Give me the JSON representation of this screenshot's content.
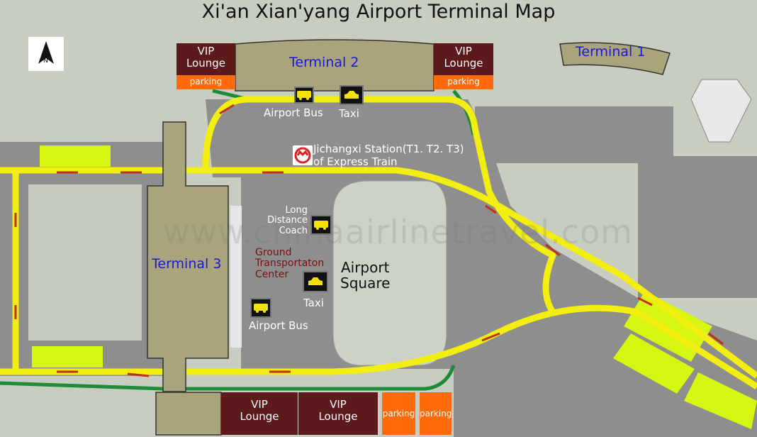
{
  "title": "Xi'an Xian'yang Airport Terminal Map",
  "compass": {
    "label": "N",
    "icon": "north-arrow-icon"
  },
  "watermark": "www.chinaairlinetravel.com",
  "terminals": {
    "t1": "Terminal 1",
    "t2": "Terminal 2",
    "t3": "Terminal 3"
  },
  "vip_lounge": "VIP\nLounge",
  "vip_line1": "VIP",
  "vip_line2": "Lounge",
  "parking": "parking",
  "t2_services": {
    "bus": "Airport Bus",
    "taxi": "Taxi"
  },
  "station": {
    "line1": "Jichangxi Station(T1. T2. T3)",
    "line2": "of Express Train",
    "icon": "metro-icon"
  },
  "gtc": {
    "coach_line1": "Long",
    "coach_line2": "Distance",
    "coach_line3": "Coach",
    "center_line1": "Ground",
    "center_line2": "Transportaton",
    "center_line3": "Center",
    "taxi": "Taxi",
    "bus": "Airport Bus"
  },
  "square": {
    "line1": "Airport",
    "line2": "Square"
  },
  "colors": {
    "road": "#f2ee10",
    "terminal": "#a9a47c",
    "vip": "#5c1a1c",
    "parking": "#ff6a0a",
    "green_patch": "#d6f510",
    "exit_road": "#1f8a3a",
    "arrow": "#c0301a"
  }
}
